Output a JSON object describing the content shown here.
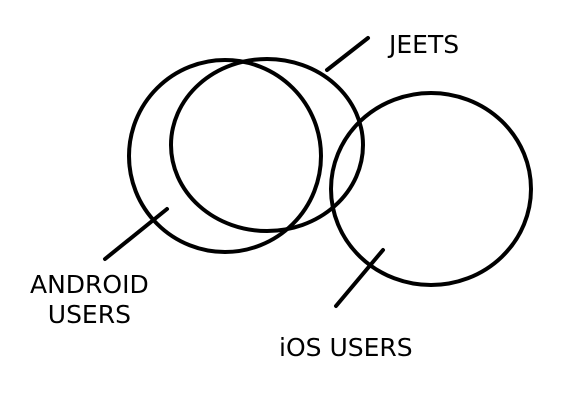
{
  "diagram": {
    "labels": {
      "jeets": "JEETS",
      "android_line1": "ANDROID",
      "android_line2": "USERS",
      "ios": "iOS USERS"
    },
    "circles": [
      {
        "set": "android_users",
        "label": "ANDROID USERS"
      },
      {
        "set": "jeets",
        "label": "JEETS"
      },
      {
        "set": "ios_users",
        "label": "iOS USERS"
      }
    ],
    "colors": {
      "stroke": "#000000",
      "background": "#ffffff"
    }
  }
}
